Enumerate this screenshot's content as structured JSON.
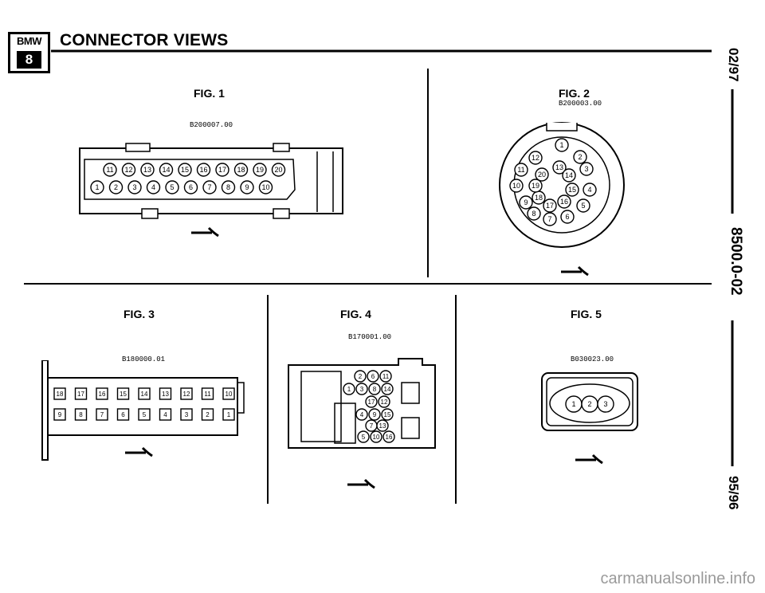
{
  "header": {
    "logo_top": "BMW",
    "logo_bottom": "8",
    "title": "CONNECTOR VIEWS"
  },
  "side": {
    "top": "02/97",
    "middle": "8500.0-02",
    "bottom": "95/96"
  },
  "figures": {
    "fig1": {
      "label": "FIG. 1",
      "code": "B200007.00",
      "pins_top": [
        "11",
        "12",
        "13",
        "14",
        "15",
        "16",
        "17",
        "18",
        "19",
        "20"
      ],
      "pins_bottom": [
        "1",
        "2",
        "3",
        "4",
        "5",
        "6",
        "7",
        "8",
        "9",
        "10"
      ]
    },
    "fig2": {
      "label": "FIG. 2",
      "code": "B200003.00",
      "pins": [
        "1",
        "2",
        "3",
        "4",
        "5",
        "6",
        "7",
        "8",
        "9",
        "10",
        "11",
        "12",
        "13",
        "14",
        "15",
        "16",
        "17",
        "18",
        "19",
        "20"
      ]
    },
    "fig3": {
      "label": "FIG. 3",
      "code": "B180000.01",
      "pins_top": [
        "18",
        "17",
        "16",
        "15",
        "14",
        "13",
        "12",
        "11",
        "10"
      ],
      "pins_bottom": [
        "9",
        "8",
        "7",
        "6",
        "5",
        "4",
        "3",
        "2",
        "1"
      ]
    },
    "fig4": {
      "label": "FIG. 4",
      "code": "B170001.00",
      "pins": [
        "2",
        "6",
        "11",
        "1",
        "3",
        "8",
        "14",
        "17",
        "12",
        "4",
        "9",
        "15",
        "7",
        "13",
        "5",
        "10",
        "16"
      ]
    },
    "fig5": {
      "label": "FIG. 5",
      "code": "B030023.00",
      "pins": [
        "1",
        "2",
        "3"
      ]
    }
  },
  "watermark": "carmanualsonline.info"
}
